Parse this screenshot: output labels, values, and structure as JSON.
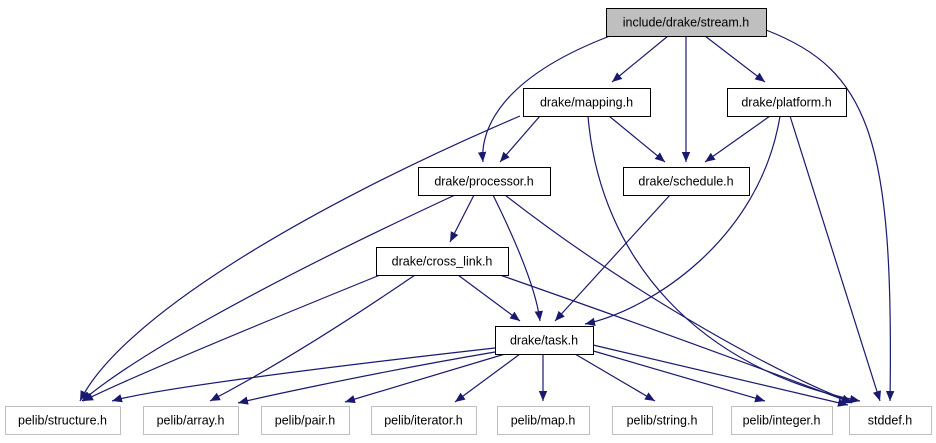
{
  "graph": {
    "colors": {
      "edge": "#191970",
      "root_fill": "#bfbfbf",
      "internal_stroke": "#000000",
      "external_stroke": "#bfbfbf",
      "node_fill": "#ffffff"
    },
    "nodes": [
      {
        "id": "stream",
        "label": "include/drake/stream.h",
        "kind": "root"
      },
      {
        "id": "mapping",
        "label": "drake/mapping.h",
        "kind": "internal"
      },
      {
        "id": "platform",
        "label": "drake/platform.h",
        "kind": "internal"
      },
      {
        "id": "processor",
        "label": "drake/processor.h",
        "kind": "internal"
      },
      {
        "id": "schedule",
        "label": "drake/schedule.h",
        "kind": "internal"
      },
      {
        "id": "cross_link",
        "label": "drake/cross_link.h",
        "kind": "internal"
      },
      {
        "id": "task",
        "label": "drake/task.h",
        "kind": "internal"
      },
      {
        "id": "structure",
        "label": "pelib/structure.h",
        "kind": "external"
      },
      {
        "id": "array",
        "label": "pelib/array.h",
        "kind": "external"
      },
      {
        "id": "pair",
        "label": "pelib/pair.h",
        "kind": "external"
      },
      {
        "id": "iterator",
        "label": "pelib/iterator.h",
        "kind": "external"
      },
      {
        "id": "map",
        "label": "pelib/map.h",
        "kind": "external"
      },
      {
        "id": "string",
        "label": "pelib/string.h",
        "kind": "external"
      },
      {
        "id": "integer",
        "label": "pelib/integer.h",
        "kind": "external"
      },
      {
        "id": "stddef",
        "label": "stddef.h",
        "kind": "external"
      }
    ],
    "edges": [
      {
        "from": "stream",
        "to": "mapping"
      },
      {
        "from": "stream",
        "to": "processor"
      },
      {
        "from": "stream",
        "to": "schedule"
      },
      {
        "from": "stream",
        "to": "platform"
      },
      {
        "from": "stream",
        "to": "stddef"
      },
      {
        "from": "mapping",
        "to": "processor"
      },
      {
        "from": "mapping",
        "to": "schedule"
      },
      {
        "from": "mapping",
        "to": "structure"
      },
      {
        "from": "mapping",
        "to": "stddef"
      },
      {
        "from": "platform",
        "to": "schedule"
      },
      {
        "from": "platform",
        "to": "task"
      },
      {
        "from": "platform",
        "to": "stddef"
      },
      {
        "from": "processor",
        "to": "cross_link"
      },
      {
        "from": "processor",
        "to": "task"
      },
      {
        "from": "processor",
        "to": "structure"
      },
      {
        "from": "processor",
        "to": "stddef"
      },
      {
        "from": "schedule",
        "to": "task"
      },
      {
        "from": "cross_link",
        "to": "task"
      },
      {
        "from": "cross_link",
        "to": "structure"
      },
      {
        "from": "cross_link",
        "to": "array"
      },
      {
        "from": "cross_link",
        "to": "stddef"
      },
      {
        "from": "task",
        "to": "structure"
      },
      {
        "from": "task",
        "to": "array"
      },
      {
        "from": "task",
        "to": "pair"
      },
      {
        "from": "task",
        "to": "iterator"
      },
      {
        "from": "task",
        "to": "map"
      },
      {
        "from": "task",
        "to": "string"
      },
      {
        "from": "task",
        "to": "integer"
      },
      {
        "from": "task",
        "to": "stddef"
      }
    ]
  }
}
